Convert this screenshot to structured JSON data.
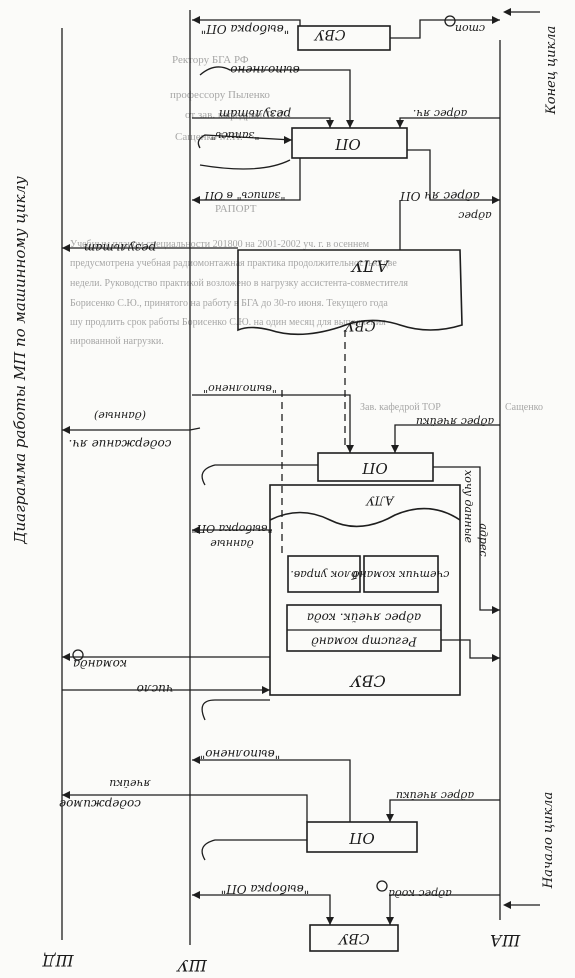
{
  "title": "Диаграмма работы МП по машинному циклу",
  "bus_labels": [
    "ШД",
    "ШУ",
    "ША"
  ],
  "cycle_start": "Начало цикла",
  "cycle_end": "Конец цикла",
  "blocks": {
    "cpu_top": "СВУ",
    "op_1": "ОП",
    "op_2": "ОП",
    "alu": "АЛУ",
    "cpu_mid": "СВУ",
    "op_3": "ОП",
    "cpu_big": "СВУ",
    "alu_inner": "АЛУ",
    "block_control": "блок управ.",
    "cmd_counter": "счетчик команд",
    "cmd_register": "Регистр команд",
    "addr_cell": "адрес ячейк. кода",
    "op_4": "ОП",
    "cpu_bottom": "СВУ"
  },
  "signals": {
    "s1": "\"выборка ОП\"",
    "s2": "адрес кода",
    "s3": "содержимое",
    "s4": "ячейки",
    "s5": "адрес ячейки",
    "s6": "\"выполнено\"",
    "s7": "число",
    "s8": "команда",
    "s9": "хочу данные",
    "s10": "адрес",
    "s11": "\"выборка ОП\"",
    "s12": "\"выполнено\"",
    "s13": "адрес ячейки",
    "s14": "содержание яч.",
    "s15": "(данные)",
    "s16": "данные",
    "s17": "\"выполнено\"",
    "s18": "результат",
    "s19": "адрес яч ОП",
    "s20": "\"запись\" в ОП",
    "s21": "адрес",
    "s22": "\"запись\"",
    "s23": "адрес яч.",
    "s24": "результат",
    "s25": "выполнено",
    "s26": "\"выборка ОП\"",
    "s27": "стоп"
  },
  "bleed": {
    "b1": "Ректору БГА РФ",
    "b2": "профессору Пыленко",
    "b3": "от зав. кафедрой ТОР",
    "b4": "Сащенко М.П.",
    "b5": "РАПОРТ",
    "b6": "Учебным планом специальности 201800 на 2001-2002 уч. г. в осеннем",
    "b7": "предусмотрена учебная радиомонтажная практика продолжительностью две",
    "b8": "недели. Руководство практикой возложено в нагрузку ассистента-совместителя",
    "b9": "Борисенко С.Ю., принятого на работу в БГА до 30-го июня. Текущего года",
    "b10": "шу продлить срок работы Борисенко С.Ю. на один месяц для выполнения",
    "b11": "нированной нагрузки.",
    "b12": "Зав. кафедрой ТОР",
    "b13": "Сащенко"
  }
}
